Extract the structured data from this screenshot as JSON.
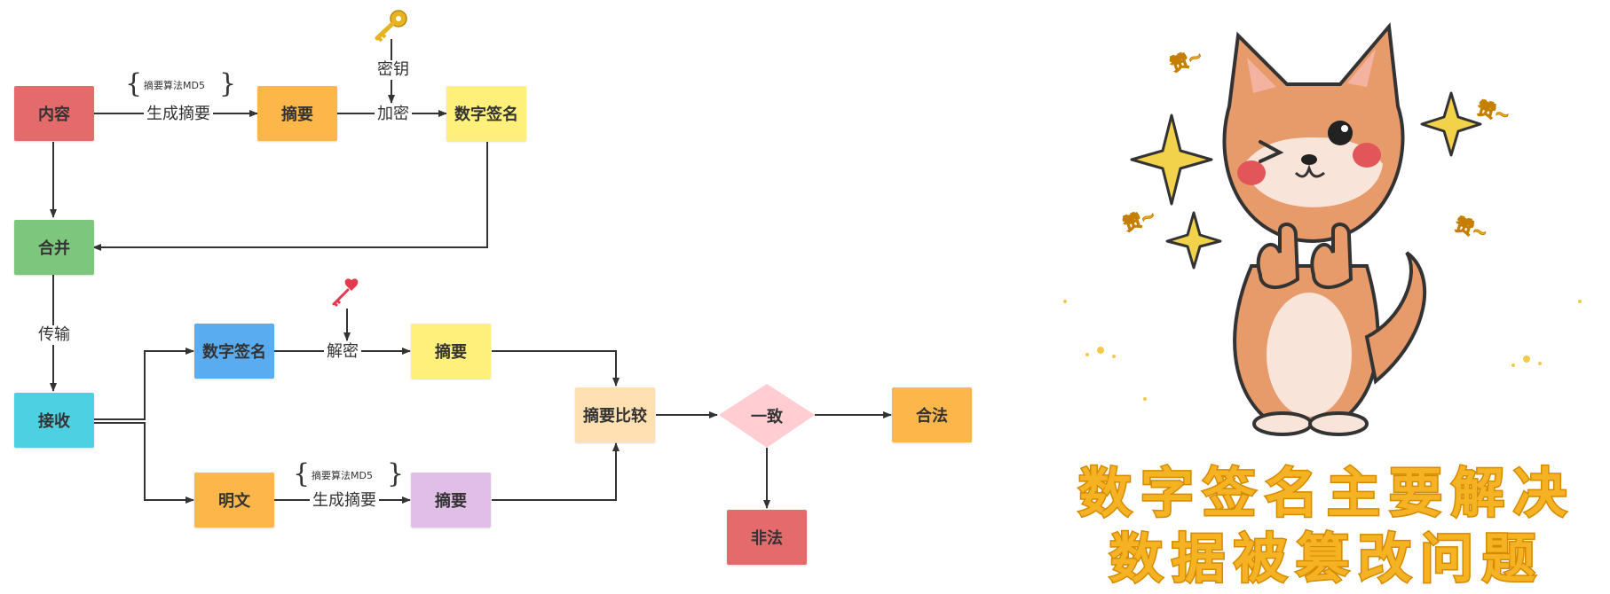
{
  "diagram": {
    "nodes": {
      "content": "内容",
      "digest1": "摘要",
      "signature1": "数字签名",
      "merge": "合并",
      "receive": "接收",
      "signature2": "数字签名",
      "digest2": "摘要",
      "plaintext": "明文",
      "digest3": "摘要",
      "compare": "摘要比较",
      "consistent": "一致",
      "legal": "合法",
      "illegal": "非法"
    },
    "edge_labels": {
      "generate_digest1": "生成摘要",
      "encrypt": "加密",
      "key": "密钥",
      "transmit": "传输",
      "decrypt": "解密",
      "generate_digest2": "生成摘要"
    },
    "notes": {
      "md5_top": "摘要算法MD5",
      "md5_bottom": "摘要算法MD5"
    },
    "icons": {
      "key_top": "golden-key-icon",
      "key_bottom": "heart-key-icon"
    },
    "colors": {
      "content": "#e46a6b",
      "digest1": "#fdb64a",
      "signature1": "#fef07a",
      "merge": "#7dc67d",
      "receive": "#4dd0e1",
      "signature2": "#5aacf0",
      "digest2": "#fef07a",
      "plaintext": "#fdb64a",
      "digest3": "#e1bee7",
      "compare": "#ffe0b2",
      "consistent": "#ffcdd2",
      "legal": "#fdb64a",
      "illegal": "#e46a6b"
    }
  },
  "illustration": {
    "stickers": [
      "赞~",
      "赞~",
      "赞~",
      "赞~"
    ],
    "caption_line1": "数字签名主要解决",
    "caption_line2": "数据被篡改问题"
  }
}
